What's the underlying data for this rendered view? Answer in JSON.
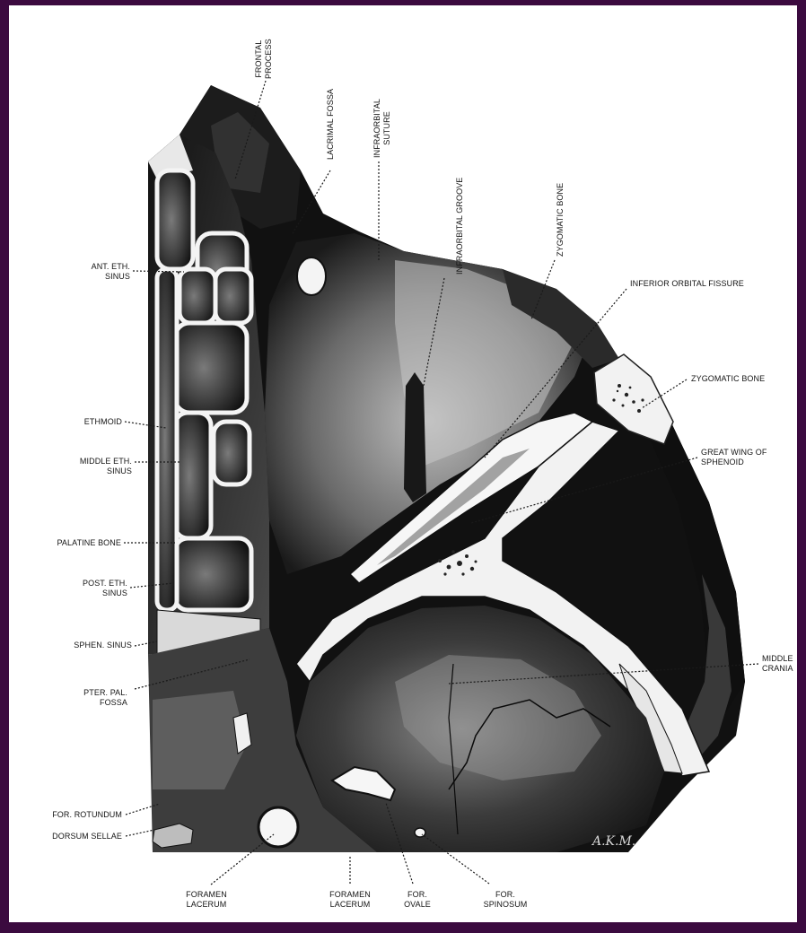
{
  "labels": {
    "frontal_process": "FRONTAL\nPROCESS",
    "lacrimal_fossa": "LACRIMAL FOSSA",
    "infraorbital_suture": "INFRAORBITAL\nSUTURE",
    "infraorbital_groove": "INFRAORBITAL GROOVE",
    "zygomatic_bone_top": "ZYGOMATIC BONE",
    "inferior_orbital_fissure": "INFERIOR ORBITAL FISSURE",
    "zygomatic_bone_right": "ZYGOMATIC BONE",
    "great_wing_sphenoid": "GREAT WING OF\nSPHENOID",
    "middle_cranial": "MIDDLE\nCRANIA",
    "ant_eth_sinus": "ANT. ETH.\nSINUS",
    "ethmoid": "ETHMOID",
    "middle_eth_sinus": "MIDDLE ETH.\nSINUS",
    "palatine_bone": "PALATINE BONE",
    "post_eth_sinus": "POST. ETH.\nSINUS",
    "sphen_sinus": "SPHEN. SINUS",
    "pter_pal_fossa": "PTER. PAL.\nFOSSA",
    "for_rotundum": "FOR. ROTUNDUM",
    "dorsum_sellae": "DORSUM SELLAE",
    "foramen_lacerum_1": "FORAMEN\nLACERUM",
    "foramen_lacerum_2": "FORAMEN\nLACERUM",
    "for_ovale": "FOR.\nOVALE",
    "for_spinosum": "FOR.\nSPINOSUM"
  },
  "signature": "A.K.M.",
  "colors": {
    "frame": "#3b0a3f",
    "ink": "#141414",
    "bone": "#f2f2f2"
  }
}
